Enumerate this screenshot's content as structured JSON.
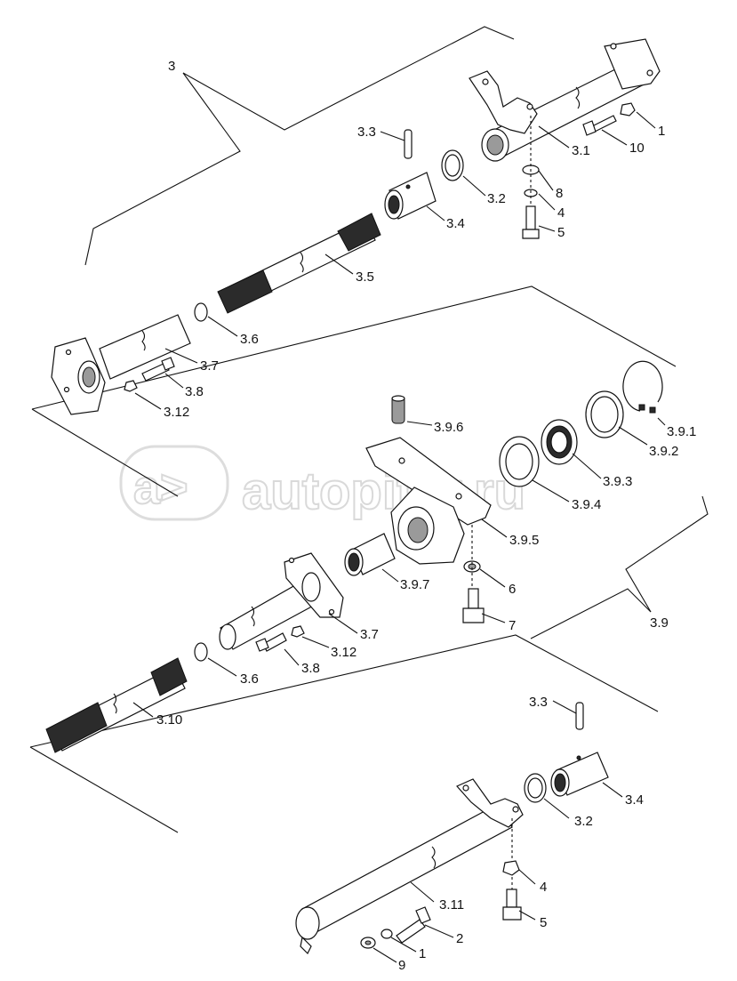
{
  "watermark": {
    "text": "autopiter.ru"
  },
  "groups": [
    {
      "id": "group-3",
      "label": "3"
    },
    {
      "id": "group-3-9",
      "label": "3.9"
    }
  ],
  "callouts": [
    {
      "id": "c-3-3-top",
      "label": "3.3"
    },
    {
      "id": "c-1-top",
      "label": "1"
    },
    {
      "id": "c-10",
      "label": "10"
    },
    {
      "id": "c-3-1",
      "label": "3.1"
    },
    {
      "id": "c-8",
      "label": "8"
    },
    {
      "id": "c-4-top",
      "label": "4"
    },
    {
      "id": "c-5-top",
      "label": "5"
    },
    {
      "id": "c-3-2-top",
      "label": "3.2"
    },
    {
      "id": "c-3-4-top",
      "label": "3.4"
    },
    {
      "id": "c-3-5",
      "label": "3.5"
    },
    {
      "id": "c-3-6-top",
      "label": "3.6"
    },
    {
      "id": "c-3-7-top",
      "label": "3.7"
    },
    {
      "id": "c-3-8-top",
      "label": "3.8"
    },
    {
      "id": "c-3-12-top",
      "label": "3.12"
    },
    {
      "id": "c-3-9-6",
      "label": "3.9.6"
    },
    {
      "id": "c-3-9-1",
      "label": "3.9.1"
    },
    {
      "id": "c-3-9-2",
      "label": "3.9.2"
    },
    {
      "id": "c-3-9-3",
      "label": "3.9.3"
    },
    {
      "id": "c-3-9-4",
      "label": "3.9.4"
    },
    {
      "id": "c-3-9-5",
      "label": "3.9.5"
    },
    {
      "id": "c-3-9-7",
      "label": "3.9.7"
    },
    {
      "id": "c-6",
      "label": "6"
    },
    {
      "id": "c-7",
      "label": "7"
    },
    {
      "id": "c-3-7-mid",
      "label": "3.7"
    },
    {
      "id": "c-3-12-mid",
      "label": "3.12"
    },
    {
      "id": "c-3-8-mid",
      "label": "3.8"
    },
    {
      "id": "c-3-6-mid",
      "label": "3.6"
    },
    {
      "id": "c-3-10",
      "label": "3.10"
    },
    {
      "id": "c-3-3-bot",
      "label": "3.3"
    },
    {
      "id": "c-3-4-bot",
      "label": "3.4"
    },
    {
      "id": "c-3-2-bot",
      "label": "3.2"
    },
    {
      "id": "c-4-bot",
      "label": "4"
    },
    {
      "id": "c-5-bot",
      "label": "5"
    },
    {
      "id": "c-3-11",
      "label": "3.11"
    },
    {
      "id": "c-2",
      "label": "2"
    },
    {
      "id": "c-1-bot",
      "label": "1"
    },
    {
      "id": "c-9",
      "label": "9"
    }
  ]
}
